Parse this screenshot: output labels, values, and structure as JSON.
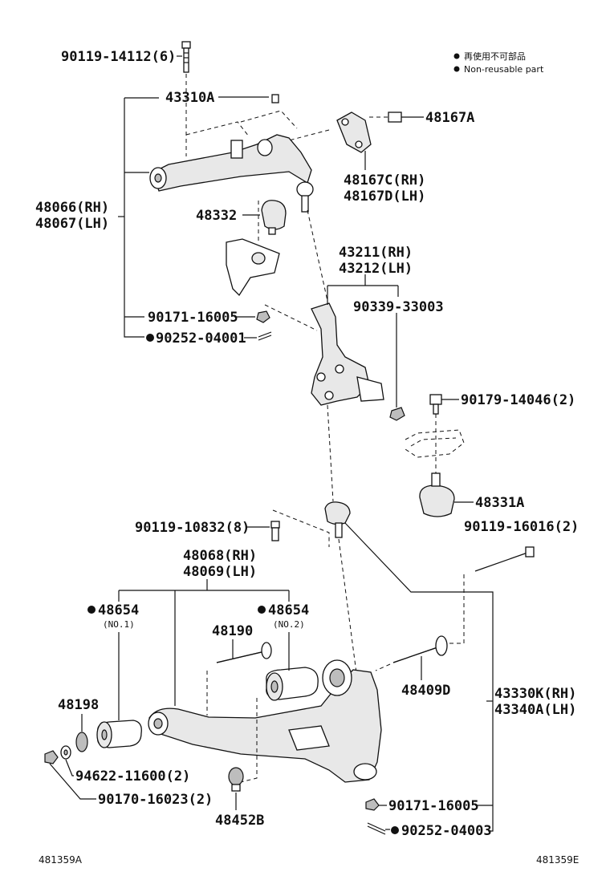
{
  "legend": {
    "line1": "再使用不可部品",
    "line2": "Non-reusable part"
  },
  "callouts": {
    "c_90119_14112": "90119-14112(6)",
    "c_43310A": "43310A",
    "c_48167A": "48167A",
    "c_48167C": "48167C(RH)",
    "c_48167D": "48167D(LH)",
    "c_48066": "48066(RH)",
    "c_48067": "48067(LH)",
    "c_48332": "48332",
    "c_43211": "43211(RH)",
    "c_43212": "43212(LH)",
    "c_90339_33003": "90339-33003",
    "c_90171_16005_top": "90171-16005",
    "c_90252_04001": "90252-04001",
    "c_90179_14046": "90179-14046(2)",
    "c_48331A": "48331A",
    "c_90119_10832": "90119-10832(8)",
    "c_90119_16016": "90119-16016(2)",
    "c_48068": "48068(RH)",
    "c_48069": "48069(LH)",
    "c_48654_a": "48654",
    "c_no1": "(NO.1)",
    "c_48654_b": "48654",
    "c_no2": "(NO.2)",
    "c_48190": "48190",
    "c_48198": "48198",
    "c_48409D": "48409D",
    "c_43330K": "43330K(RH)",
    "c_43340A": "43340A(LH)",
    "c_94622_11600": "94622-11600(2)",
    "c_90170_16023": "90170-16023(2)",
    "c_48452B": "48452B",
    "c_90171_16005_bot": "90171-16005",
    "c_90252_04003": "90252-04003"
  },
  "footer": {
    "left_code": "481359A",
    "right_code": "481359E"
  }
}
